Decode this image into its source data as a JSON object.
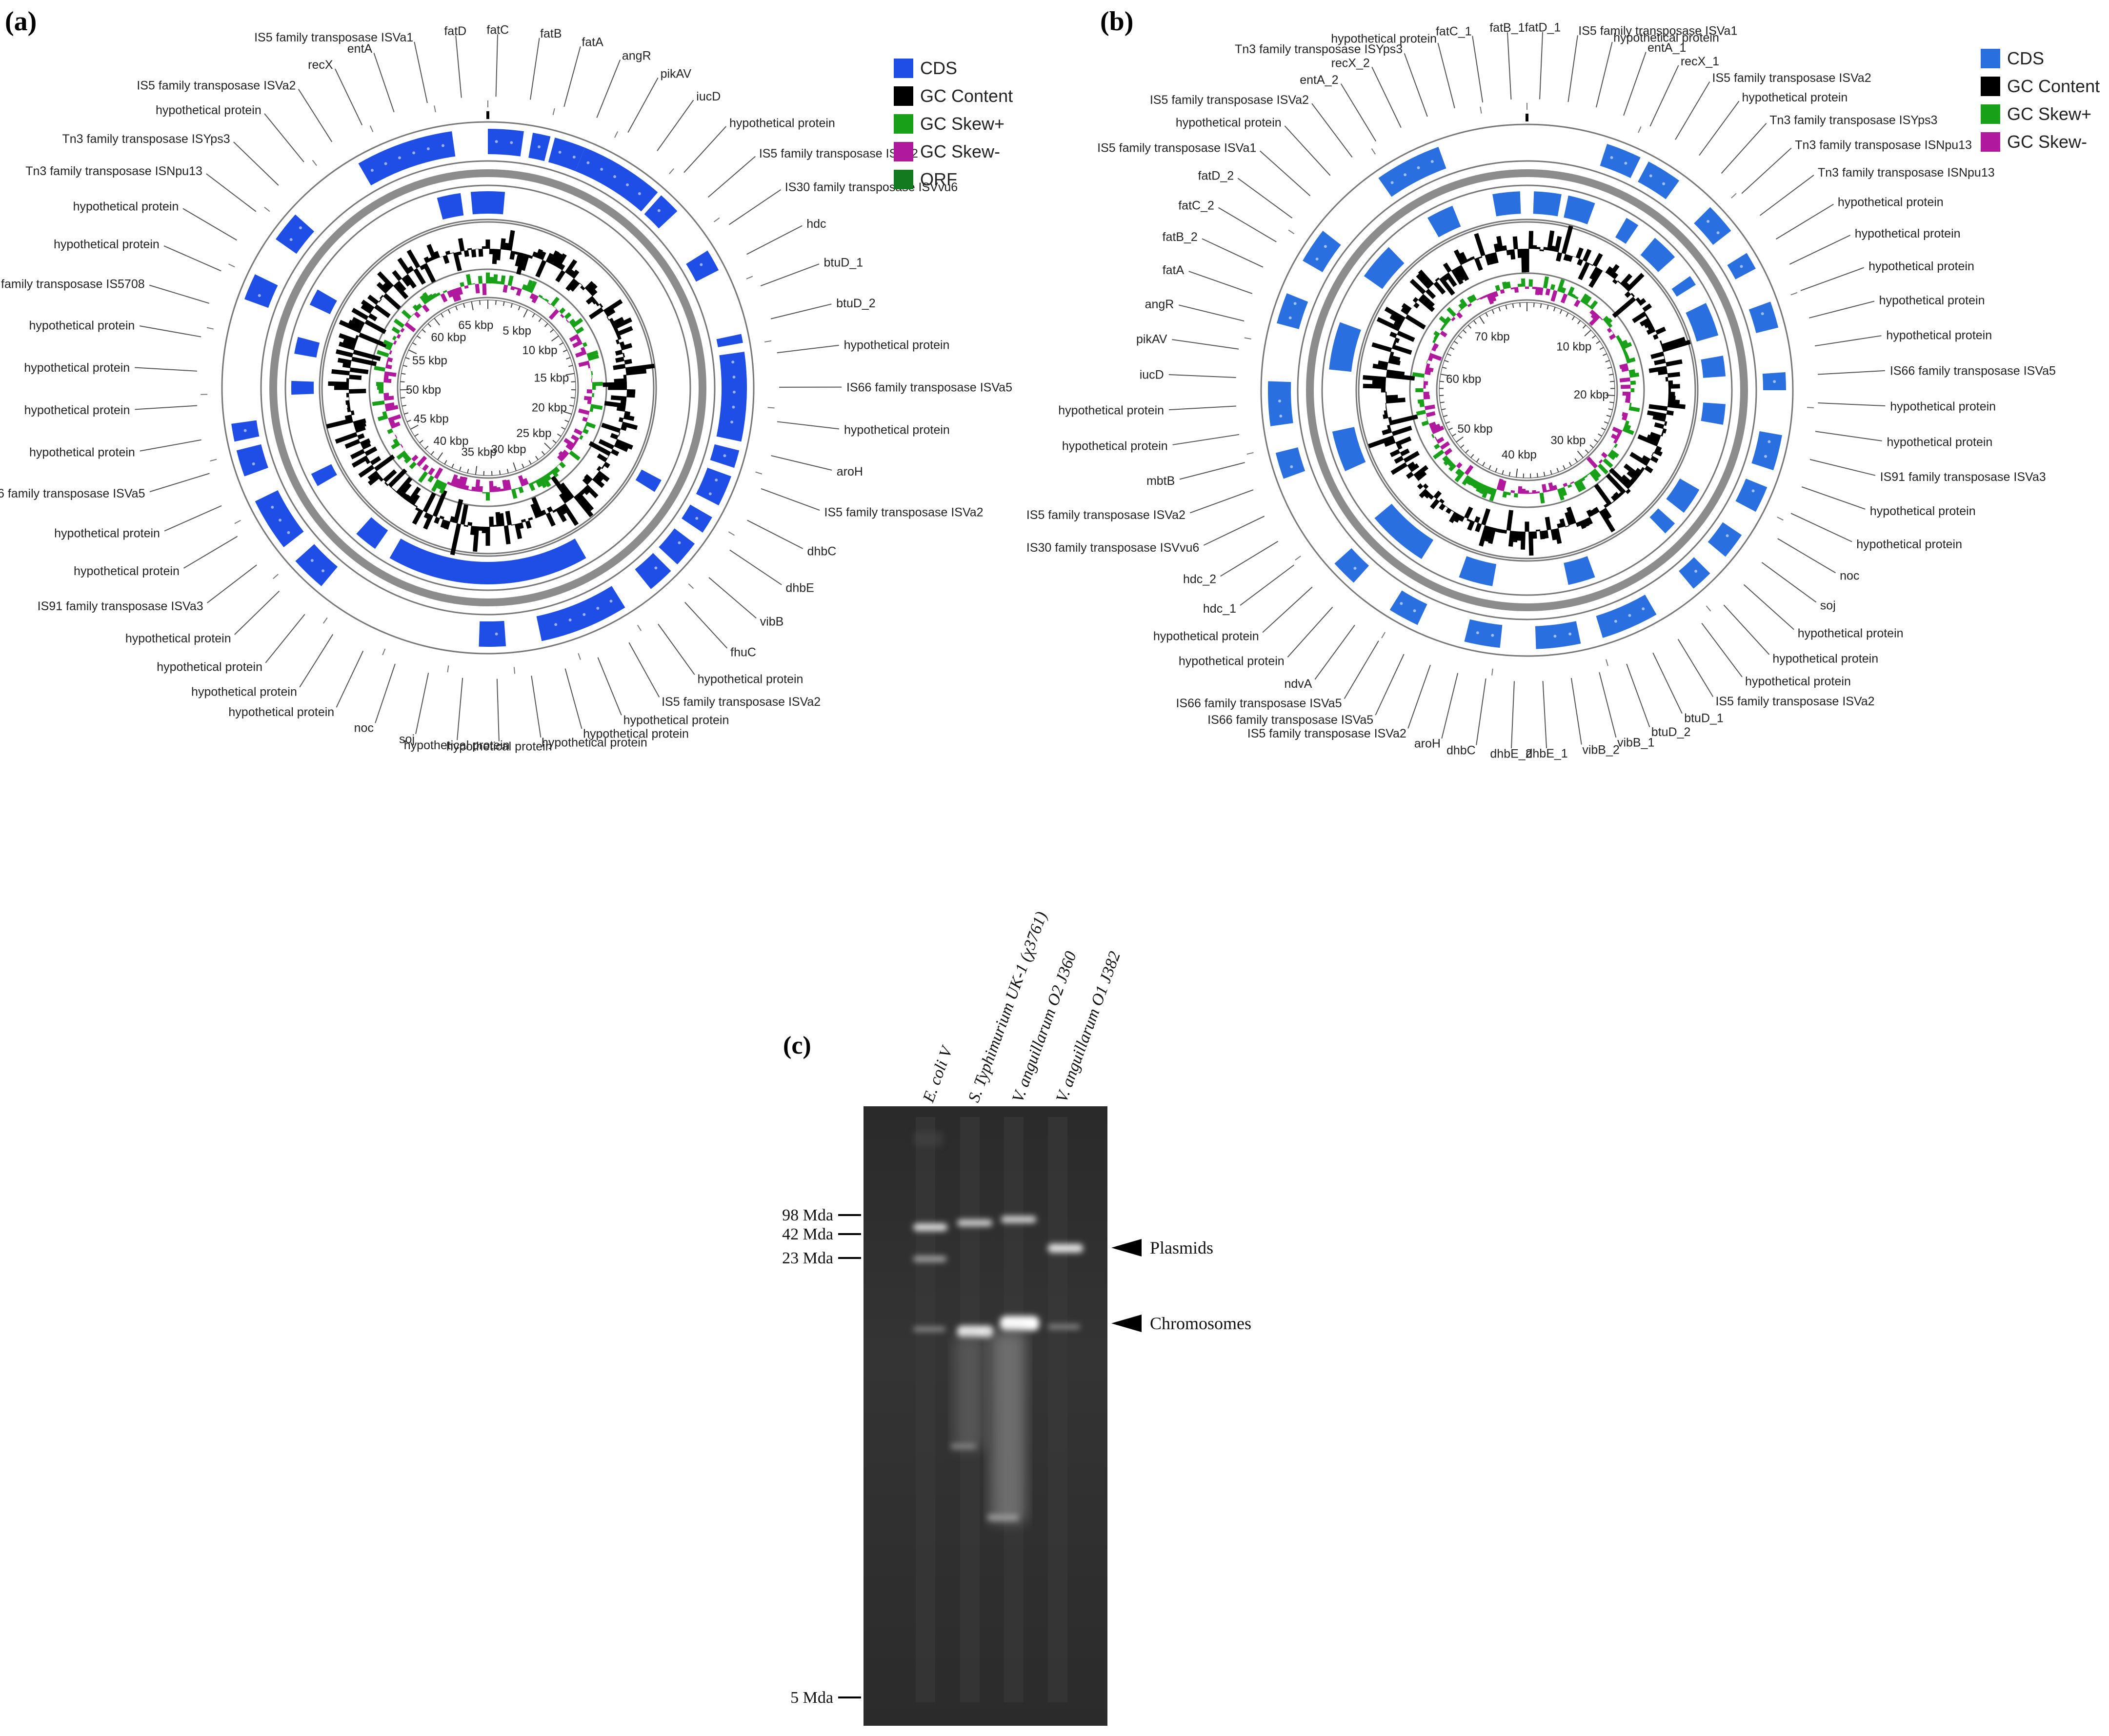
{
  "panels": {
    "a": {
      "letter": "(a)",
      "legend": [
        {
          "label": "CDS",
          "color": "#1f4ee6"
        },
        {
          "label": "GC Content",
          "color": "#000000"
        },
        {
          "label": "GC Skew+",
          "color": "#18a018"
        },
        {
          "label": "GC Skew-",
          "color": "#b0199e"
        },
        {
          "label": "ORF",
          "color": "#137a1f"
        }
      ],
      "total_kbp": 67,
      "tick_labels": [
        "5 kbp",
        "10 kbp",
        "15 kbp",
        "20 kbp",
        "25 kbp",
        "30 kbp",
        "35 kbp",
        "40 kbp",
        "45 kbp",
        "50 kbp",
        "55 kbp",
        "60 kbp",
        "65 kbp"
      ],
      "gene_labels": [
        "IS5 family transposase ISVa1",
        "fatD",
        "fatC",
        "fatB",
        "fatA",
        "angR",
        "pikAV",
        "iucD",
        "hypothetical protein",
        "IS5 family transposase ISVa2",
        "IS30 family transposase ISVvu6",
        "hdc",
        "btuD_1",
        "btuD_2",
        "hypothetical protein",
        "IS66 family transposase ISVa5",
        "hypothetical protein",
        "aroH",
        "IS5 family transposase ISVa2",
        "dhbC",
        "dhbE",
        "vibB",
        "fhuC",
        "hypothetical protein",
        "IS5 family transposase ISVa2",
        "hypothetical protein",
        "hypothetical protein",
        "hypothetical protein",
        "hypothetical protein",
        "hypothetical protein",
        "soj",
        "noc",
        "hypothetical protein",
        "hypothetical protein",
        "hypothetical protein",
        "hypothetical protein",
        "IS91 family transposase ISVa3",
        "hypothetical protein",
        "hypothetical protein",
        "IS66 family transposase ISVa5",
        "hypothetical protein",
        "hypothetical protein",
        "hypothetical protein",
        "hypothetical protein",
        "IS110 family transposase IS5708",
        "hypothetical protein",
        "hypothetical protein",
        "Tn3 family transposase ISNpu13",
        "Tn3 family transposase ISYps3",
        "hypothetical protein",
        "IS5 family transposase ISVa2",
        "recX",
        "entA"
      ]
    },
    "b": {
      "letter": "(b)",
      "legend": [
        {
          "label": "CDS",
          "color": "#2a6fe0"
        },
        {
          "label": "GC Content",
          "color": "#000000"
        },
        {
          "label": "GC Skew+",
          "color": "#18a018"
        },
        {
          "label": "GC Skew-",
          "color": "#b0199e"
        }
      ],
      "total_kbp": 77,
      "tick_labels": [
        "10 kbp",
        "20 kbp",
        "30 kbp",
        "40 kbp",
        "50 kbp",
        "60 kbp",
        "70 kbp"
      ],
      "gene_labels": [
        "Tn3 family transposase ISYps3",
        "hypothetical protein",
        "fatC_1",
        "fatB_1",
        "fatD_1",
        "IS5 family transposase ISVa1",
        "hypothetical protein",
        "entA_1",
        "recX_1",
        "IS5 family transposase ISVa2",
        "hypothetical protein",
        "Tn3 family transposase ISYps3",
        "Tn3 family transposase ISNpu13",
        "Tn3 family transposase ISNpu13",
        "hypothetical protein",
        "hypothetical protein",
        "hypothetical protein",
        "hypothetical protein",
        "hypothetical protein",
        "IS66 family transposase ISVa5",
        "hypothetical protein",
        "hypothetical protein",
        "IS91 family transposase ISVa3",
        "hypothetical protein",
        "hypothetical protein",
        "noc",
        "soj",
        "hypothetical protein",
        "hypothetical protein",
        "hypothetical protein",
        "IS5 family transposase ISVa2",
        "btuD_1",
        "btuD_2",
        "vibB_1",
        "vibB_2",
        "dhbE_1",
        "dhbE_2",
        "dhbC",
        "aroH",
        "IS5 family transposase ISVa2",
        "IS66 family transposase ISVa5",
        "IS66 family transposase ISVa5",
        "ndvA",
        "hypothetical protein",
        "hypothetical protein",
        "hdc_1",
        "hdc_2",
        "IS30 family transposase ISVvu6",
        "IS5 family transposase ISVa2",
        "mbtB",
        "hypothetical protein",
        "hypothetical protein",
        "iucD",
        "pikAV",
        "angR",
        "fatA",
        "fatB_2",
        "fatC_2",
        "fatD_2",
        "IS5 family transposase ISVa1",
        "hypothetical protein",
        "IS5 family transposase ISVa2",
        "entA_2",
        "recX_2"
      ]
    },
    "c": {
      "letter": "(c)",
      "lanes": [
        "E. coli V",
        "S. Typhimurium UK-1 (χ3761)",
        "V. anguillarum O2 J360",
        "V. anguillarum O1 J382"
      ],
      "size_markers": [
        "98 Mda",
        "42 Mda",
        "23 Mda",
        "5 Mda"
      ],
      "annotations": [
        "Plasmids",
        "Chromosomes"
      ]
    }
  }
}
